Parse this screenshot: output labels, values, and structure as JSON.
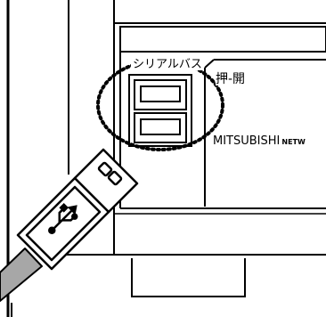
{
  "labels": {
    "serial_port": "シリアルバス",
    "open_push": "押-開",
    "brand": "MITSUBISHI",
    "brand_suffix": "NETW"
  },
  "icons": {
    "usb_symbol": "usb-trident-icon"
  },
  "colors": {
    "stroke": "#000000",
    "cable": "#a7a7a7",
    "background": "#ffffff"
  }
}
